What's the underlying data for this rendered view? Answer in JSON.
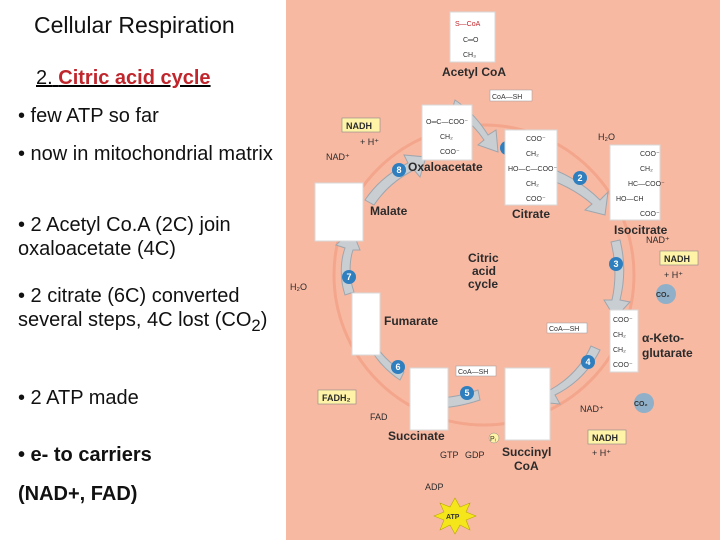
{
  "slide": {
    "title": "Cellular Respiration",
    "subtitle_num": "2.",
    "subtitle_text": "Citric acid cycle",
    "bullets": [
      "• few ATP so far",
      "• now in mitochondrial matrix",
      "• 2 Acetyl Co.A (2C) join oxaloacetate (4C)",
      "• 2 citrate (6C) converted several steps, 4C lost (CO",
      "• 2 ATP made",
      "• e- to carriers"
    ],
    "bullet4_sub": "2",
    "bullet4_end": ")",
    "bullet6_line2": "(NAD+, FAD)"
  },
  "diagram": {
    "center_label": [
      "Citric",
      "acid",
      "cycle"
    ],
    "molecules": {
      "acetyl_coa": "Acetyl CoA",
      "citrate": "Citrate",
      "isocitrate": "Isocitrate",
      "a_ketoglutarate": [
        "α-Keto-",
        "glutarate"
      ],
      "succinyl_coa": [
        "Succinyl",
        "CoA"
      ],
      "succinate": "Succinate",
      "fumarate": "Fumarate",
      "malate": "Malate",
      "oxaloacetate": "Oxaloacetate"
    },
    "cofactors": {
      "coa_sh": "CoA—SH",
      "h2o": "H₂O",
      "nad_plus": "NAD⁺",
      "nadh": "NADH",
      "h_plus": "+ H⁺",
      "nad_plus_h": "NAD⁺",
      "co2": "CO₂",
      "fadh2": "FADH₂",
      "fad": "FAD",
      "gtp": "GTP",
      "gdp": "GDP",
      "adp": "ADP",
      "atp": "ATP",
      "pi": "Pᵢ",
      "s_coa": "S—CoA"
    },
    "steps": [
      "1",
      "2",
      "3",
      "4",
      "5",
      "6",
      "7",
      "8"
    ],
    "colors": {
      "background": "#f8b9a3",
      "box": "#ffffff",
      "arrow": "#c9ced3",
      "step_circle": "#2f7fbf",
      "cofactor_fill": "#fff3a8",
      "co2_fill": "#8fb0c8",
      "atp_fill": "#f5e61c"
    }
  }
}
